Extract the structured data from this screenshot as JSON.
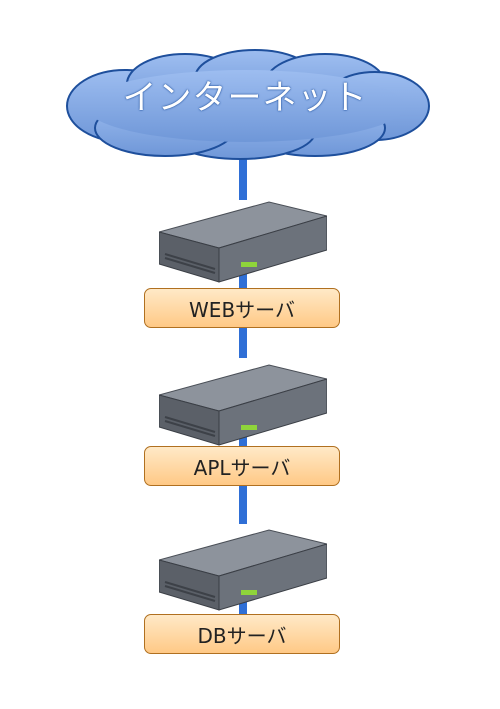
{
  "diagram": {
    "cloud": {
      "label": "インターネット",
      "fill_color": "#7ea6e0",
      "stroke_color": "#1e4f9c"
    },
    "link_color": "#2f6fd6",
    "servers": [
      {
        "label": "WEBサーバ",
        "icon": "server-icon"
      },
      {
        "label": "APLサーバ",
        "icon": "server-icon"
      },
      {
        "label": "DBサーバ",
        "icon": "server-icon"
      }
    ],
    "label_colors": {
      "fill_top": "#ffe9c7",
      "fill_bottom": "#ffc986",
      "border": "#b07020"
    }
  }
}
